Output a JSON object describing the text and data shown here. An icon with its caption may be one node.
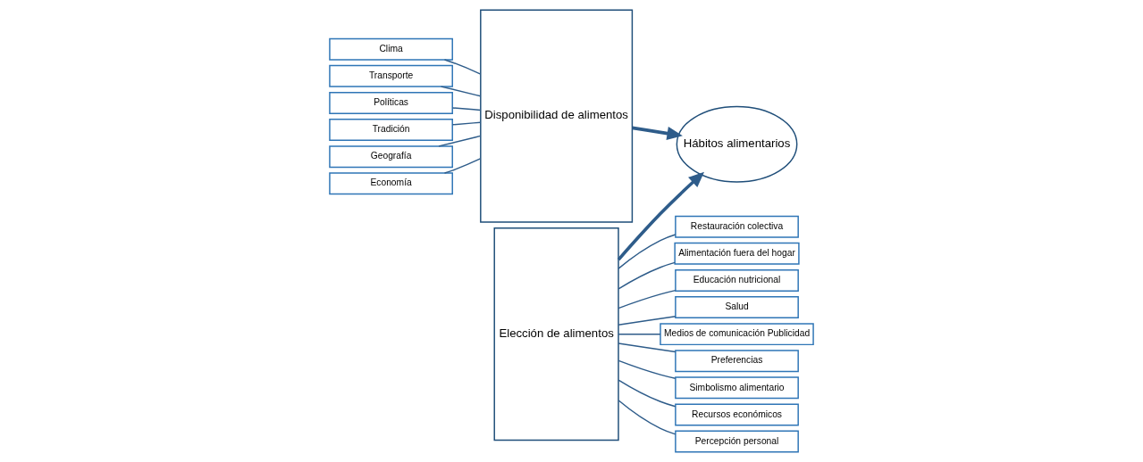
{
  "diagram": {
    "nodes": [
      {
        "text": [
          "Disponibilidad de alimentos"
        ]
      },
      {
        "text": [
          "Clima"
        ]
      },
      {
        "text": [
          "Transporte"
        ]
      },
      {
        "text": [
          "Políticas"
        ]
      },
      {
        "text": [
          "Tradición"
        ]
      },
      {
        "text": [
          "Geografía"
        ]
      },
      {
        "text": [
          "Economía"
        ]
      },
      {
        "text": [
          "Hábitos alimentarios"
        ]
      },
      {
        "text": [
          "Elección de alimentos"
        ]
      },
      {
        "text": [
          "Restauración colectiva"
        ]
      },
      {
        "text": [
          "Alimentación fuera del hogar"
        ]
      },
      {
        "text": [
          "Educación nutricional"
        ]
      },
      {
        "text": [
          "Salud"
        ]
      },
      {
        "text": [
          "Medios de comunicación Publicidad"
        ]
      },
      {
        "text": [
          "Preferencias"
        ]
      },
      {
        "text": [
          "Simbolismo alimentario"
        ]
      },
      {
        "text": [
          "Recursos económicos"
        ]
      },
      {
        "text": [
          "Percepción personal"
        ]
      }
    ],
    "edges": [
      {
        "from": 1,
        "to": 0,
        "arrow": "none"
      },
      {
        "from": 2,
        "to": 0,
        "arrow": "none"
      },
      {
        "from": 3,
        "to": 0,
        "arrow": "none"
      },
      {
        "from": 4,
        "to": 0,
        "arrow": "none"
      },
      {
        "from": 5,
        "to": 0,
        "arrow": "none"
      },
      {
        "from": 6,
        "to": 0,
        "arrow": "none"
      },
      {
        "from": 0,
        "to": 7,
        "arrow": "to",
        "style": "thick"
      },
      {
        "from": 8,
        "to": 7,
        "arrow": "to",
        "style": "thick"
      },
      {
        "from": 8,
        "to": 9,
        "arrow": "none"
      },
      {
        "from": 8,
        "to": 10,
        "arrow": "none"
      },
      {
        "from": 8,
        "to": 11,
        "arrow": "none"
      },
      {
        "from": 8,
        "to": 12,
        "arrow": "none"
      },
      {
        "from": 8,
        "to": 13,
        "arrow": "none"
      },
      {
        "from": 8,
        "to": 14,
        "arrow": "none"
      },
      {
        "from": 8,
        "to": 15,
        "arrow": "none"
      },
      {
        "from": 8,
        "to": 16,
        "arrow": "none"
      },
      {
        "from": 8,
        "to": 17,
        "arrow": "none"
      }
    ]
  }
}
